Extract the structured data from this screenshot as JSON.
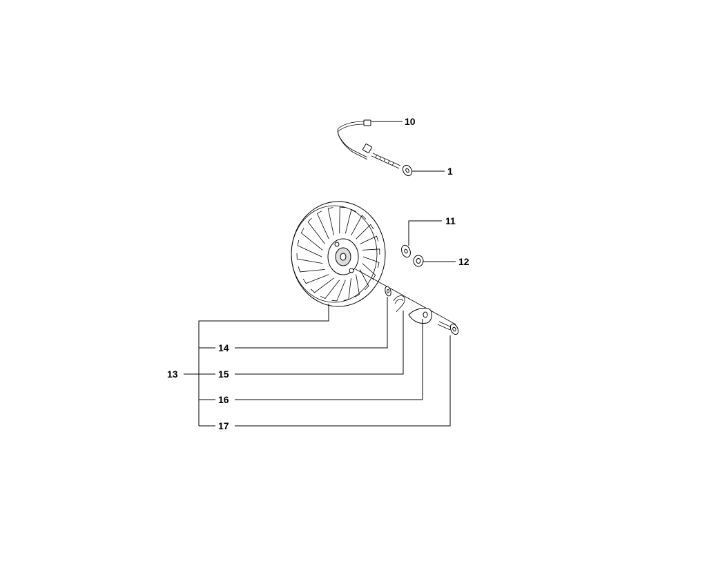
{
  "callouts": {
    "c1": "1",
    "c10": "10",
    "c11": "11",
    "c12": "12",
    "c13": "13",
    "c14": "14",
    "c15": "15",
    "c16": "16",
    "c17": "17"
  },
  "colors": {
    "line": "#000000",
    "background": "#ffffff",
    "hub_fill": "#dddddd"
  }
}
